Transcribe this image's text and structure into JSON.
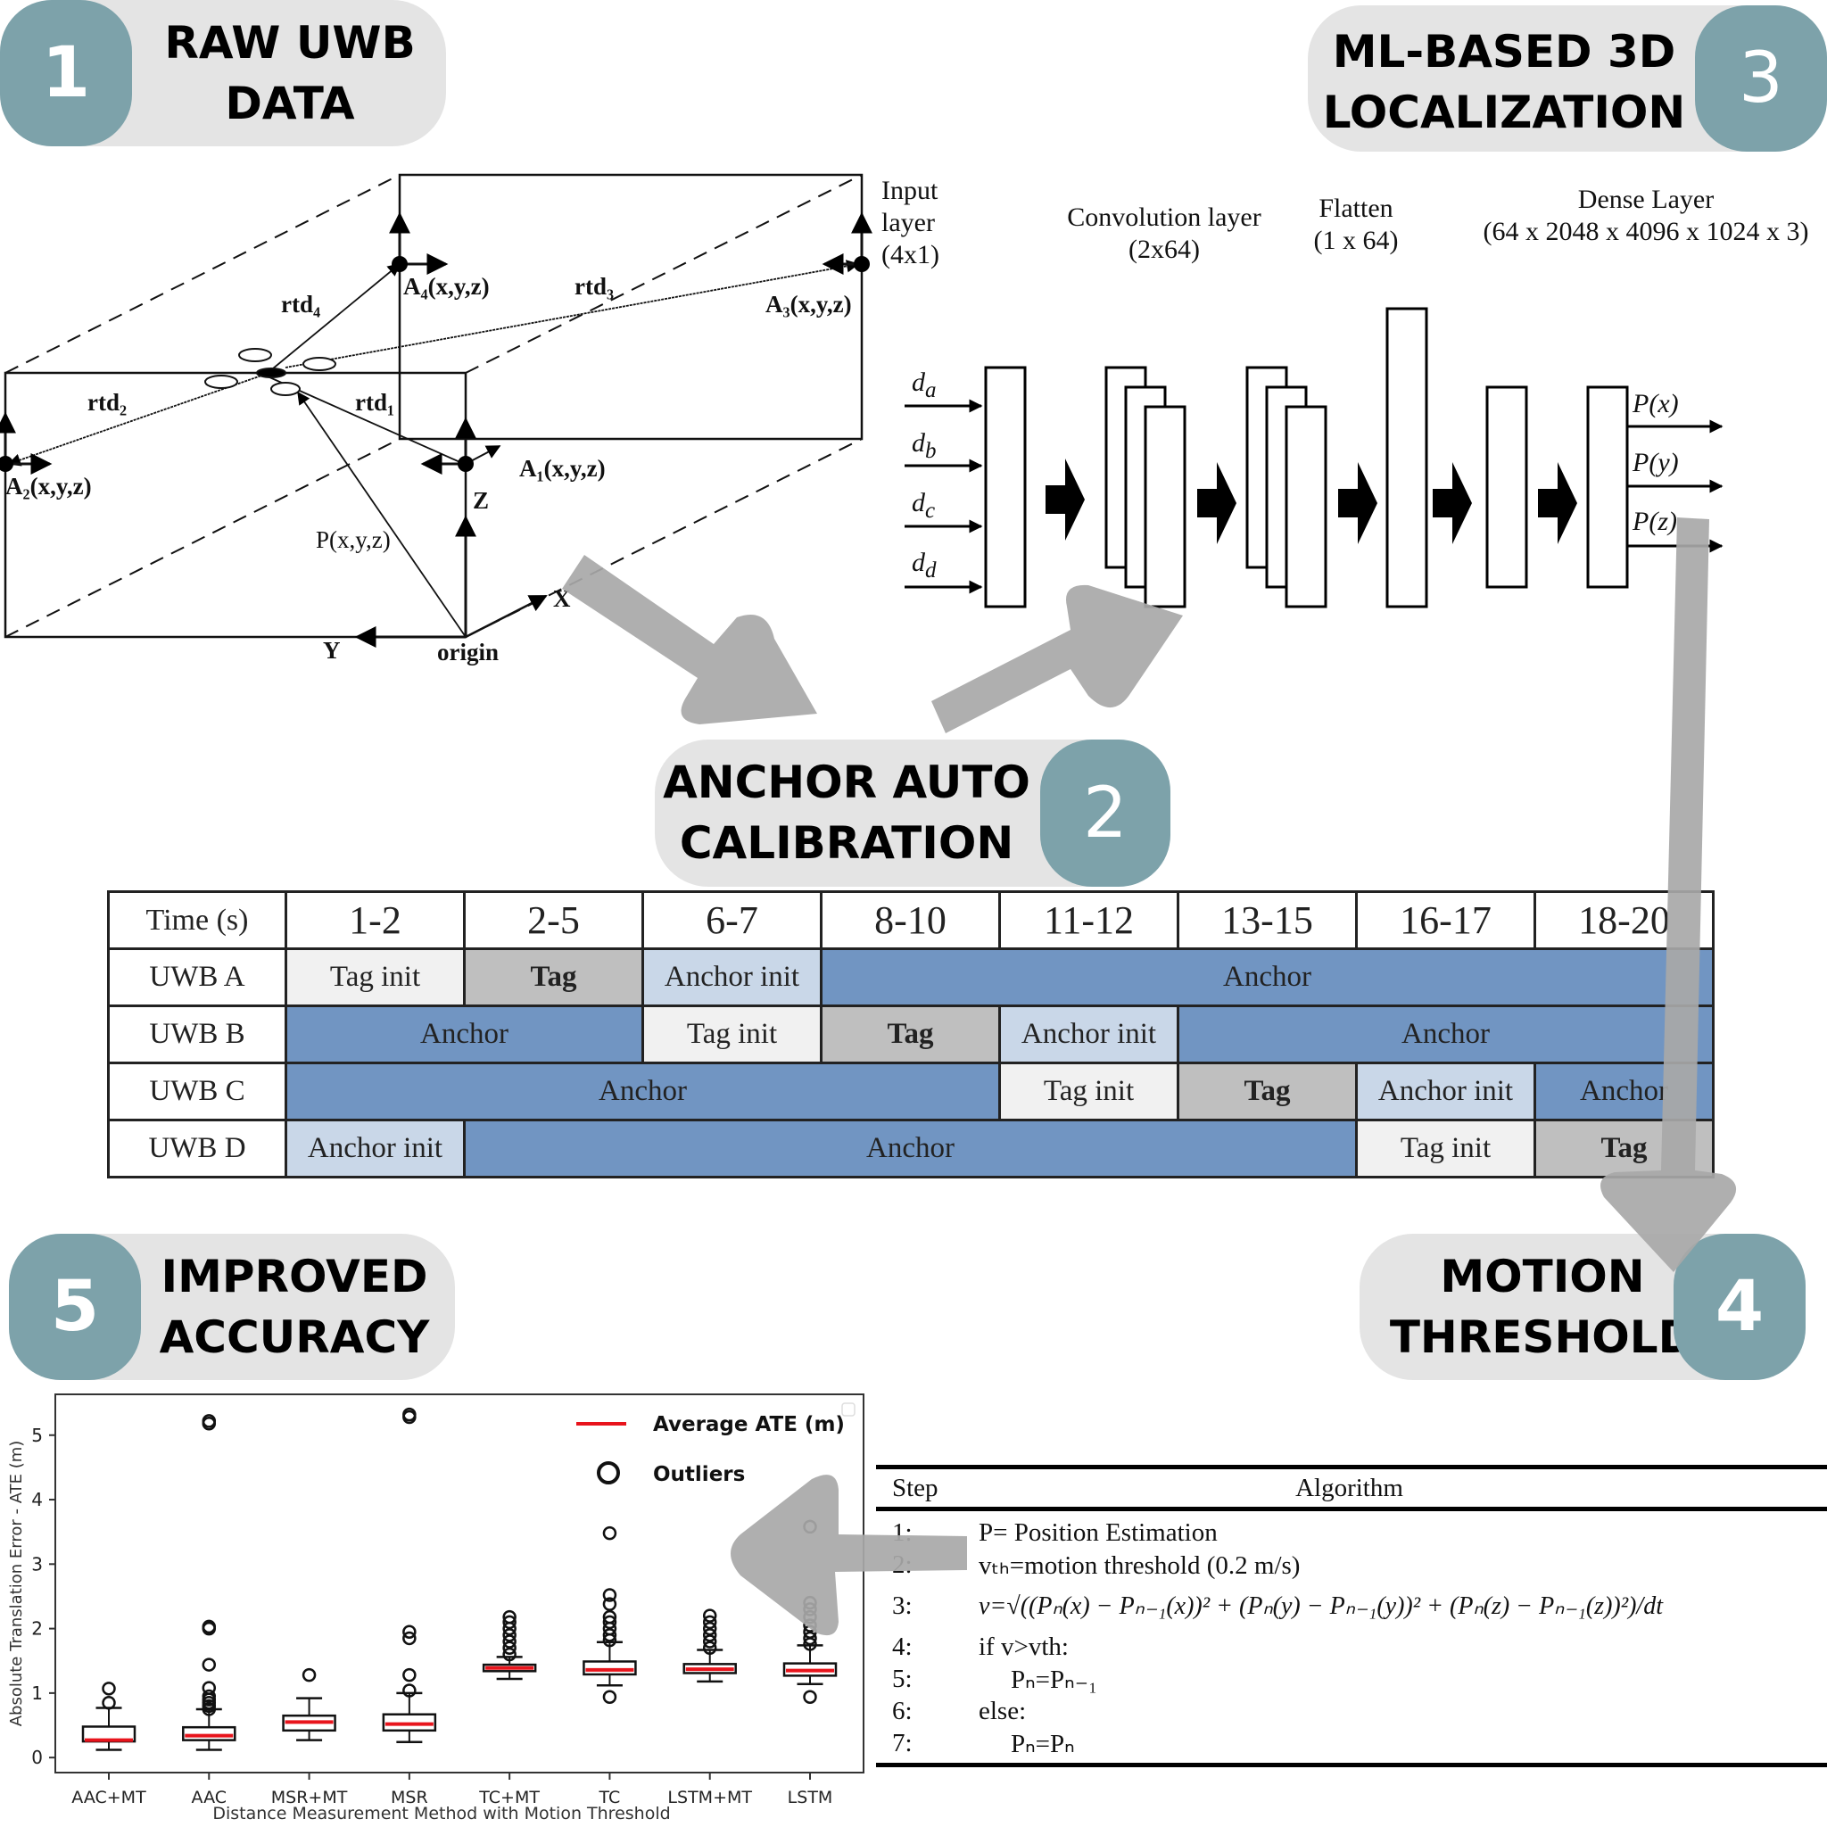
{
  "steps": [
    {
      "number": "1",
      "title": "RAW UWB\nDATA"
    },
    {
      "number": "2",
      "title": "ANCHOR AUTO\nCALIBRATION"
    },
    {
      "number": "3",
      "title": "ML-BASED 3D\nLOCALIZATION"
    },
    {
      "number": "4",
      "title": "MOTION\nTHRESHOLD"
    },
    {
      "number": "5",
      "title": "IMPROVED\nACCURACY"
    }
  ],
  "geometry": {
    "anchors": [
      "A₄(x,y,z)",
      "A₃(x,y,z)",
      "A₂(x,y,z)",
      "A₁(x,y,z)"
    ],
    "distances": [
      "rtd₄",
      "rtd₃",
      "rtd₂",
      "rtd₁"
    ],
    "position_label": "P(x,y,z)",
    "axes": {
      "x": "X",
      "y": "Y",
      "z": "Z",
      "origin": "origin"
    }
  },
  "cnn": {
    "layers": [
      {
        "name": "Input\nlayer\n(4x1)"
      },
      {
        "name": "Convolution layer\n(2x64)"
      },
      {
        "name": "Flatten\n(1 x 64)"
      },
      {
        "name": "Dense Layer\n(64 x 2048 x 4096 x 1024 x 3)"
      }
    ],
    "inputs": [
      "d_a",
      "d_b",
      "d_c",
      "d_d"
    ],
    "input_subs": [
      "a",
      "b",
      "c",
      "d"
    ],
    "outputs": [
      "P(x)",
      "P(y)",
      "P(z)"
    ]
  },
  "calibration_table": {
    "corner_header": "Time (s)",
    "time_headers": [
      "1-2",
      "2-5",
      "6-7",
      "8-10",
      "11-12",
      "13-15",
      "16-17",
      "18-20"
    ],
    "rows": [
      {
        "label": "UWB A",
        "cells": [
          {
            "text": "Tag init",
            "state": "taginit",
            "span": 1
          },
          {
            "text": "Tag",
            "state": "tag",
            "span": 1
          },
          {
            "text": "Anchor init",
            "state": "anchorinit",
            "span": 1
          },
          {
            "text": "Anchor",
            "state": "anchor",
            "span": 5
          }
        ]
      },
      {
        "label": "UWB B",
        "cells": [
          {
            "text": "Anchor",
            "state": "anchor",
            "span": 2
          },
          {
            "text": "Tag init",
            "state": "taginit",
            "span": 1
          },
          {
            "text": "Tag",
            "state": "tag",
            "span": 1
          },
          {
            "text": "Anchor init",
            "state": "anchorinit",
            "span": 1
          },
          {
            "text": "Anchor",
            "state": "anchor",
            "span": 3
          }
        ]
      },
      {
        "label": "UWB C",
        "cells": [
          {
            "text": "Anchor",
            "state": "anchor",
            "span": 4
          },
          {
            "text": "Tag init",
            "state": "taginit",
            "span": 1
          },
          {
            "text": "Tag",
            "state": "tag",
            "span": 1
          },
          {
            "text": "Anchor init",
            "state": "anchorinit",
            "span": 1
          },
          {
            "text": "Anchor",
            "state": "anchor",
            "span": 1
          }
        ]
      },
      {
        "label": "UWB D",
        "cells": [
          {
            "text": "Anchor init",
            "state": "anchorinit",
            "span": 1
          },
          {
            "text": "Anchor",
            "state": "anchor",
            "span": 5
          },
          {
            "text": "Tag init",
            "state": "taginit",
            "span": 1
          },
          {
            "text": "Tag",
            "state": "tag",
            "span": 1
          }
        ]
      }
    ],
    "colors": {
      "taginit": "#f1f1f1",
      "tag": "#bfbfbf",
      "anchorinit": "#c9d7e8",
      "anchor": "#7195c2"
    }
  },
  "algorithm": {
    "header_step": "Step",
    "header_algorithm": "Algorithm",
    "lines": [
      {
        "step": "1:",
        "text": "P= Position Estimation",
        "indent": false
      },
      {
        "step": "2:",
        "text": "vₜₕ=motion threshold (0.2 m/s)",
        "indent": false
      },
      {
        "step": "3:",
        "text": "v=√((Pₙ(x) − Pₙ₋₁(x))² + (Pₙ(y) − Pₙ₋₁(y))² + (Pₙ(z) − Pₙ₋₁(z))²)/dt",
        "indent": false
      },
      {
        "step": "4:",
        "text": "if v>vth:",
        "indent": false
      },
      {
        "step": "5:",
        "text": "Pₙ=Pₙ₋₁",
        "indent": true
      },
      {
        "step": "6:",
        "text": "else:",
        "indent": false
      },
      {
        "step": "7:",
        "text": "Pₙ=Pₙ",
        "indent": true
      }
    ]
  },
  "chart_data": {
    "type": "box",
    "title": "",
    "xlabel": "Distance Measurement Method with Motion Threshold",
    "ylabel": "Absolute Translation Error - ATE (m)",
    "ylim": [
      -0.15,
      5.55
    ],
    "yticks": [
      0,
      1,
      2,
      3,
      4,
      5
    ],
    "categories": [
      "AAC+MT",
      "AAC",
      "MSR+MT",
      "MSR",
      "TC+MT",
      "TC",
      "LSTM+MT",
      "LSTM"
    ],
    "legend": {
      "position": "top-right",
      "entries": [
        "Average ATE (m)",
        "Outliers"
      ]
    },
    "series": [
      {
        "name": "AAC+MT",
        "whisker_low": 0.12,
        "q1": 0.25,
        "median": 0.27,
        "q3": 0.48,
        "whisker_high": 0.77,
        "outliers": [
          0.85,
          1.07
        ]
      },
      {
        "name": "AAC",
        "whisker_low": 0.12,
        "q1": 0.27,
        "median": 0.34,
        "q3": 0.47,
        "whisker_high": 0.75,
        "outliers": [
          0.75,
          0.8,
          0.85,
          0.9,
          0.95,
          1.08,
          1.44,
          2.0,
          2.03,
          5.18,
          5.22
        ]
      },
      {
        "name": "MSR+MT",
        "whisker_low": 0.27,
        "q1": 0.42,
        "median": 0.55,
        "q3": 0.65,
        "whisker_high": 0.92,
        "outliers": [
          1.28
        ]
      },
      {
        "name": "MSR",
        "whisker_low": 0.24,
        "q1": 0.42,
        "median": 0.52,
        "q3": 0.67,
        "whisker_high": 1.0,
        "outliers": [
          1.04,
          1.28,
          1.85,
          1.95,
          5.28,
          5.32
        ]
      },
      {
        "name": "TC+MT",
        "whisker_low": 1.22,
        "q1": 1.34,
        "median": 1.39,
        "q3": 1.44,
        "whisker_high": 1.56,
        "outliers": [
          1.6,
          1.7,
          1.8,
          1.9,
          2.0,
          2.1,
          2.18
        ]
      },
      {
        "name": "TC",
        "whisker_low": 1.12,
        "q1": 1.29,
        "median": 1.36,
        "q3": 1.49,
        "whisker_high": 1.79,
        "outliers": [
          0.94,
          1.82,
          1.9,
          2.0,
          2.1,
          2.18,
          2.38,
          2.52,
          3.48
        ]
      },
      {
        "name": "LSTM+MT",
        "whisker_low": 1.18,
        "q1": 1.31,
        "median": 1.37,
        "q3": 1.45,
        "whisker_high": 1.67,
        "outliers": [
          1.7,
          1.8,
          1.9,
          2.0,
          2.1,
          2.2
        ]
      },
      {
        "name": "LSTM",
        "whisker_low": 1.14,
        "q1": 1.27,
        "median": 1.35,
        "q3": 1.46,
        "whisker_high": 1.74,
        "outliers": [
          0.94,
          1.76,
          1.85,
          1.95,
          2.05,
          2.18,
          2.3,
          2.4,
          3.58
        ]
      }
    ],
    "colors": {
      "median": "#e8141c",
      "box": "#111111"
    }
  }
}
